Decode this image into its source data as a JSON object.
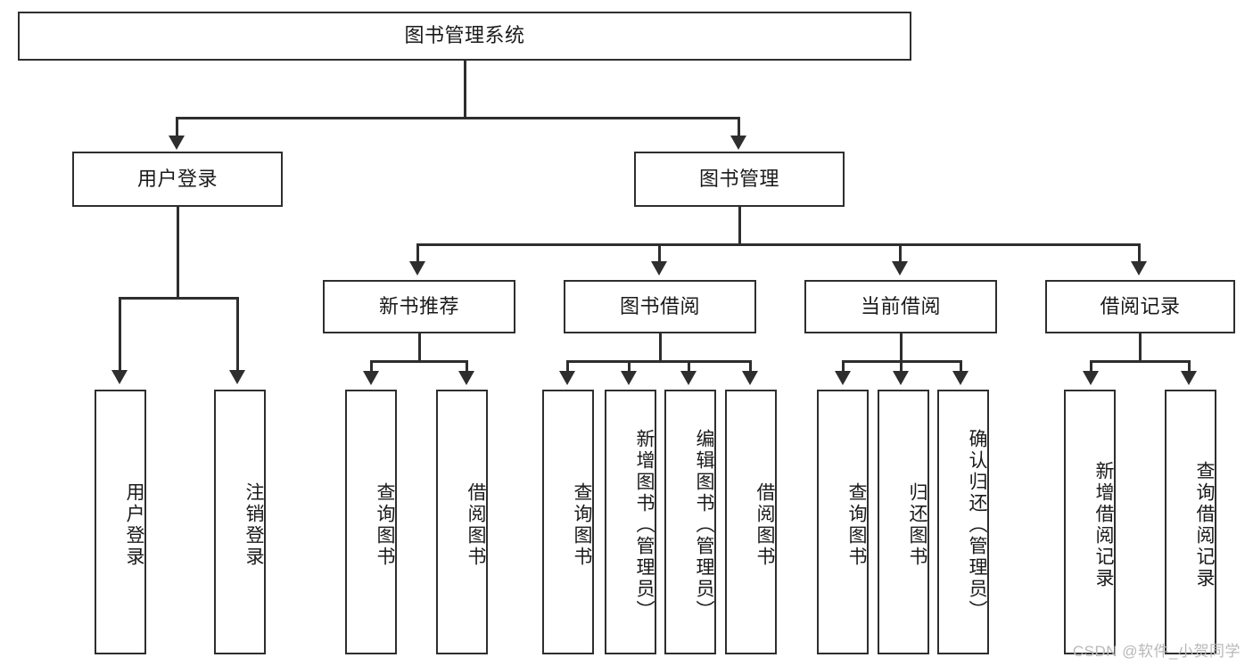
{
  "diagram": {
    "title": "图书管理系统",
    "type": "tree-hierarchy",
    "root": {
      "label": "图书管理系统"
    },
    "level1": [
      {
        "label": "用户登录"
      },
      {
        "label": "图书管理"
      }
    ],
    "level2": [
      {
        "label": "新书推荐"
      },
      {
        "label": "图书借阅"
      },
      {
        "label": "当前借阅"
      },
      {
        "label": "借阅记录"
      }
    ],
    "leaves": {
      "user_login": [
        {
          "label": "用户登录"
        },
        {
          "label": "注销登录"
        }
      ],
      "new_book_recommend": [
        {
          "label": "查询图书"
        },
        {
          "label": "借阅图书"
        }
      ],
      "book_borrow": [
        {
          "label": "查询图书"
        },
        {
          "label": "新增图书（管理员）"
        },
        {
          "label": "编辑图书（管理员）"
        },
        {
          "label": "借阅图书"
        }
      ],
      "current_borrow": [
        {
          "label": "查询图书"
        },
        {
          "label": "归还图书"
        },
        {
          "label": "确认归还（管理员）"
        }
      ],
      "borrow_record": [
        {
          "label": "新增借阅记录"
        },
        {
          "label": "查询借阅记录"
        }
      ]
    }
  },
  "watermark": {
    "text": "CSDN @软件_小贺同学"
  },
  "colors": {
    "stroke": "#2e2e2e",
    "background": "#ffffff",
    "text": "#1a1a1a",
    "watermark": "#b8b8b8"
  }
}
